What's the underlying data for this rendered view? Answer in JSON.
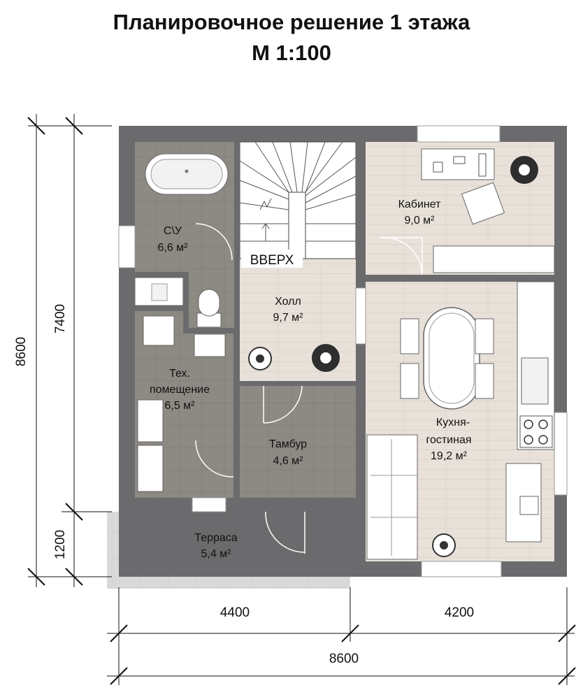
{
  "title": {
    "line1": "Планировочное решение 1 этажа",
    "line2": "М 1:100"
  },
  "rooms": [
    {
      "id": "su",
      "name": "С\\У",
      "area": "6,6 м²"
    },
    {
      "id": "hall",
      "name": "Холл",
      "area": "9,7 м²"
    },
    {
      "id": "office",
      "name": "Кабинет",
      "area": "9,0 м²"
    },
    {
      "id": "tech",
      "name": "Тех.",
      "name2": "помещение",
      "area": "6,5 м²"
    },
    {
      "id": "tambur",
      "name": "Тамбур",
      "area": "4,6 м²"
    },
    {
      "id": "kitchen",
      "name": "Кухня-",
      "name2": "гостиная",
      "area": "19,2 м²"
    },
    {
      "id": "terrace",
      "name": "Терраса",
      "area": "5,4 м²"
    }
  ],
  "stairs_label": "ВВЕРХ",
  "dimensions": {
    "left_total": "8600",
    "left_house": "7400",
    "left_terrace": "1200",
    "bottom_left": "4400",
    "bottom_right": "4200",
    "bottom_total": "8600"
  },
  "colors": {
    "wall": "#6b6b6d",
    "tile": "#8d8983",
    "wood": "#e8e1d9",
    "terrace": "#d9d9d7",
    "stairs": "#ffffff"
  }
}
